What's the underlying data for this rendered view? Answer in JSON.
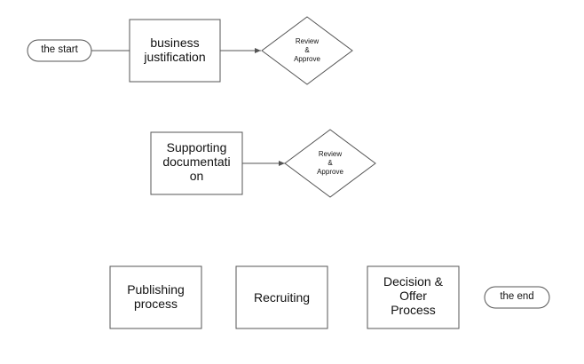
{
  "start_node": {
    "label": "the start"
  },
  "end_node": {
    "label": "the end"
  },
  "process_1": {
    "label": "business\njustification"
  },
  "decision_1": {
    "label": "Review\n&\nApprove"
  },
  "process_2": {
    "label": "Supporting\ndocumentati\non"
  },
  "decision_2": {
    "label": "Review\n&\nApprove"
  },
  "process_3": {
    "label": "Publishing\nprocess"
  },
  "process_4": {
    "label": "Recruiting"
  },
  "process_5": {
    "label": "Decision &\nOffer\nProcess"
  },
  "colors": {
    "stroke": "#555555",
    "fill": "#ffffff",
    "text": "#111111"
  }
}
